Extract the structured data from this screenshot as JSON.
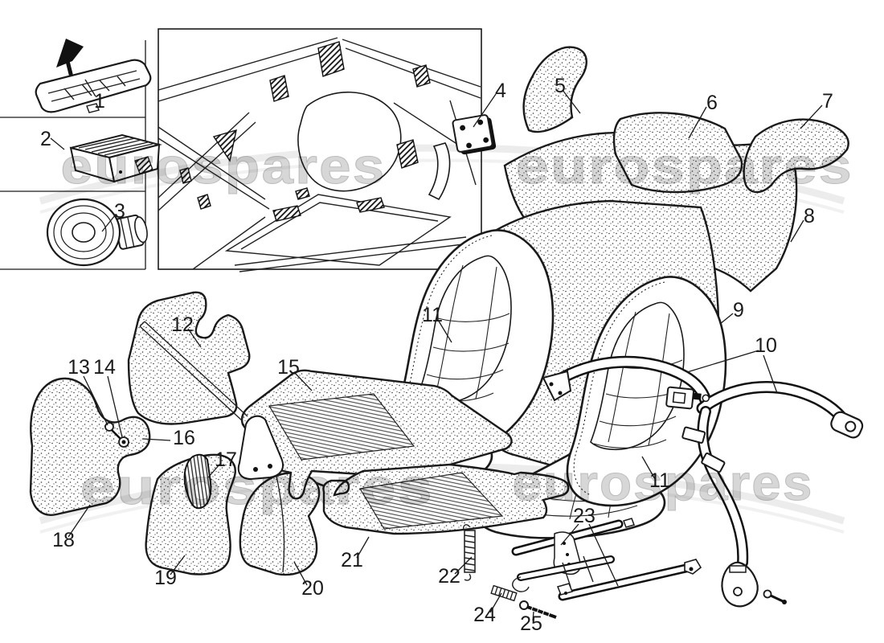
{
  "figure": {
    "watermark": "eurospares",
    "callouts": [
      {
        "label": "1"
      },
      {
        "label": "2"
      },
      {
        "label": "3"
      },
      {
        "label": "4"
      },
      {
        "label": "5"
      },
      {
        "label": "6"
      },
      {
        "label": "7"
      },
      {
        "label": "8"
      },
      {
        "label": "9"
      },
      {
        "label": "10"
      },
      {
        "label": "11"
      },
      {
        "label": "12"
      },
      {
        "label": "13"
      },
      {
        "label": "14"
      },
      {
        "label": "15"
      },
      {
        "label": "16"
      },
      {
        "label": "17"
      },
      {
        "label": "18"
      },
      {
        "label": "19"
      },
      {
        "label": "20"
      },
      {
        "label": "21"
      },
      {
        "label": "22"
      },
      {
        "label": "23"
      },
      {
        "label": "24"
      },
      {
        "label": "25"
      },
      {
        "label": "11"
      }
    ]
  }
}
